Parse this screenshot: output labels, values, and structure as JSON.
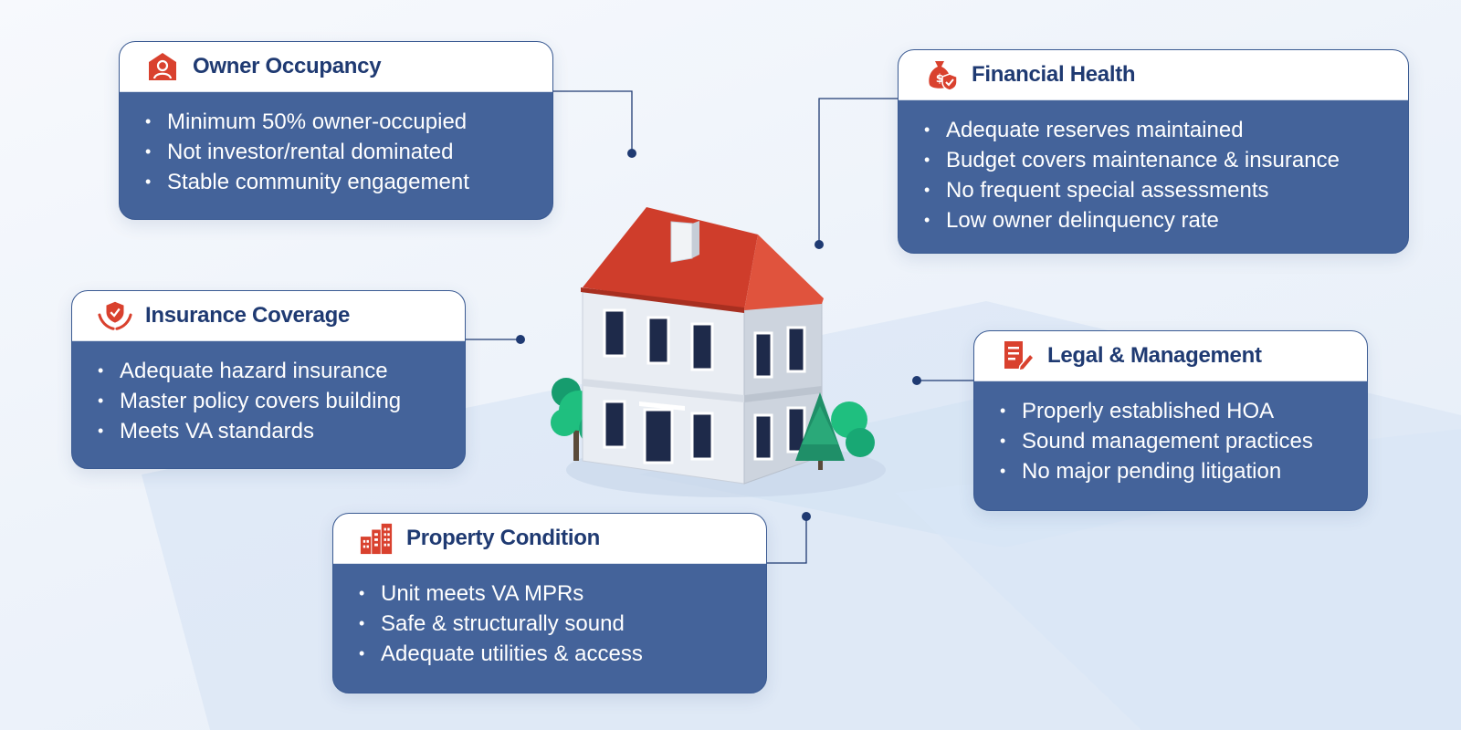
{
  "cards": {
    "owner": {
      "title": "Owner Occupancy",
      "icon": "house-person-icon",
      "items": [
        "Minimum 50% owner-occupied",
        "Not investor/rental dominated",
        "Stable community engagement"
      ]
    },
    "financial": {
      "title": "Financial Health",
      "icon": "money-bag-shield-icon",
      "items": [
        "Adequate reserves maintained",
        "Budget covers maintenance & insurance",
        "No frequent special assessments",
        "Low owner delinquency rate"
      ]
    },
    "insurance": {
      "title": "Insurance Coverage",
      "icon": "shield-hands-icon",
      "items": [
        "Adequate hazard insurance",
        "Master policy covers building",
        "Meets VA standards"
      ]
    },
    "legal": {
      "title": "Legal & Management",
      "icon": "document-pen-icon",
      "items": [
        "Properly established HOA",
        "Sound management practices",
        "No major pending litigation"
      ]
    },
    "property": {
      "title": "Property Condition",
      "icon": "buildings-icon",
      "items": [
        "Unit meets VA MPRs",
        "Safe & structurally sound",
        "Adequate utilities & access"
      ]
    }
  },
  "colors": {
    "card_body": "#44639a",
    "title": "#1f3a72",
    "icon_accent": "#d9412e",
    "roof": "#cf3d2b",
    "connector": "#1f3a72"
  }
}
